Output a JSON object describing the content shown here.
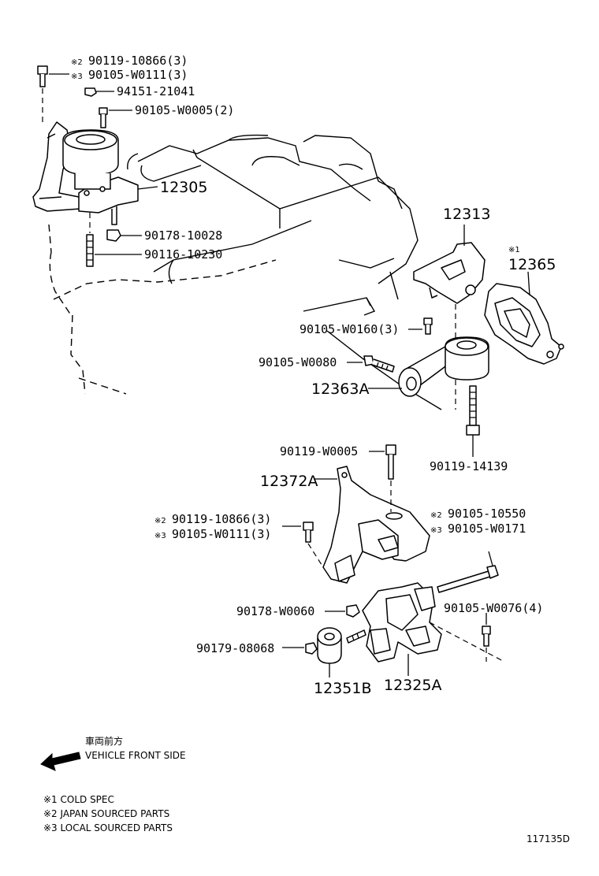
{
  "labels": {
    "p_90119_10866_top": "90119-10866(3)",
    "p_90105_W0111_top": "90105-W0111(3)",
    "p_94151_21041": "94151-21041",
    "p_90105_W0005": "90105-W0005(2)",
    "p_12305": "12305",
    "p_90178_10028": "90178-10028",
    "p_90116_10230": "90116-10230",
    "p_12313": "12313",
    "p_12365": "12365",
    "p_90105_W0160": "90105-W0160(3)",
    "p_90105_W0080": "90105-W0080",
    "p_12363A": "12363A",
    "p_90119_14139": "90119-14139",
    "p_90119_W0005": "90119-W0005",
    "p_12372A": "12372A",
    "p_90119_10866_mid": "90119-10866(3)",
    "p_90105_W0111_mid": "90105-W0111(3)",
    "p_90105_10550": "90105-10550",
    "p_90105_W0171": "90105-W0171",
    "p_90178_W0060": "90178-W0060",
    "p_90105_W0076": "90105-W0076(4)",
    "p_90179_08068": "90179-08068",
    "p_12351B": "12351B",
    "p_12325A": "12325A"
  },
  "marks": {
    "m1": "※1",
    "m2": "※2",
    "m3": "※3"
  },
  "front": {
    "japanese": "車両前方",
    "english": "VEHICLE FRONT SIDE"
  },
  "notes": {
    "n1": "※1 COLD SPEC",
    "n2": "※2 JAPAN SOURCED PARTS",
    "n3": "※3 LOCAL SOURCED PARTS"
  },
  "figure_id": "117135D"
}
